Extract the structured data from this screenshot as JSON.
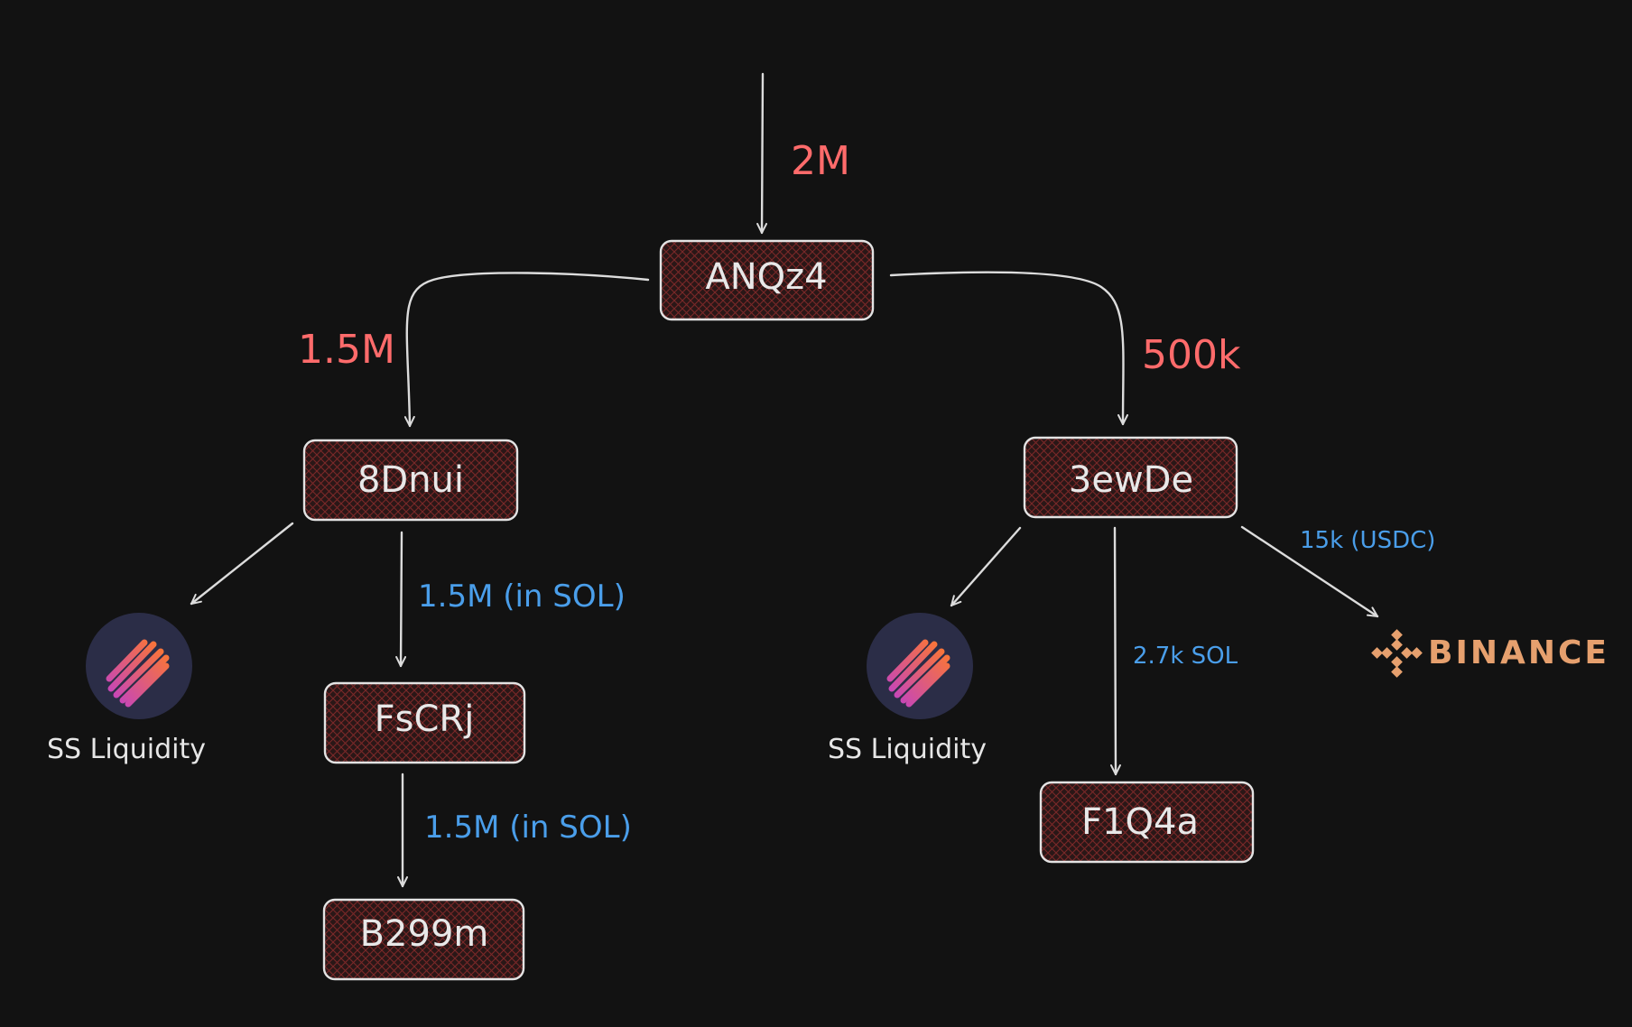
{
  "diagram": {
    "incoming_amount": "2M",
    "nodes": {
      "root": "ANQz4",
      "left": "8Dnui",
      "right": "3ewDe",
      "left_child": "FsCRj",
      "left_grandchild": "B299m",
      "right_child": "F1Q4a"
    },
    "edge_labels": {
      "root_to_left": "1.5M",
      "root_to_right": "500k",
      "left_to_child": "1.5M (in SOL)",
      "child_to_grandchild": "1.5M (in SOL)",
      "right_to_child": "2.7k SOL",
      "right_to_binance": "15k (USDC)"
    },
    "destinations": {
      "liquidity_left": "SS Liquidity",
      "liquidity_right": "SS Liquidity",
      "exchange": "BINANCE"
    }
  },
  "colors": {
    "background": "#121212",
    "amount_red": "#ff6b6b",
    "amount_blue": "#4a9eea",
    "node_hatch": "#8a2a2a",
    "binance": "#e6a06e"
  }
}
